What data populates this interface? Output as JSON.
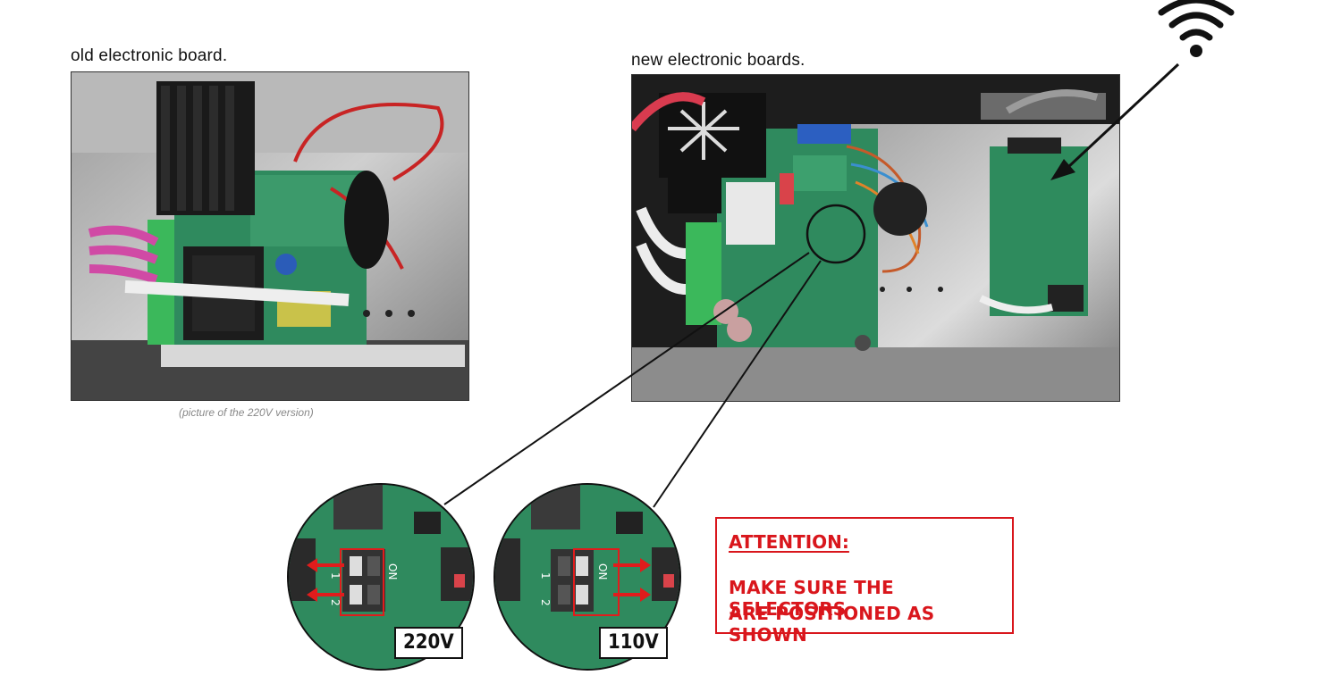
{
  "old_board": {
    "label": "old electronic board.",
    "caption": "(picture of the 220V version)"
  },
  "new_board": {
    "label": "new electronic boards."
  },
  "zoom_details": [
    {
      "voltage": "220V",
      "switch_position": "left"
    },
    {
      "voltage": "110V",
      "switch_position": "right"
    }
  ],
  "attention": {
    "title": "ATTENTION:",
    "line1": "MAKE SURE THE SELECTORS",
    "line2": "ARE POSITIONED AS SHOWN"
  },
  "icons": {
    "wifi": "wifi-icon"
  },
  "colors": {
    "warning_red": "#d9161c",
    "pcb_green": "#2f8a5e"
  }
}
